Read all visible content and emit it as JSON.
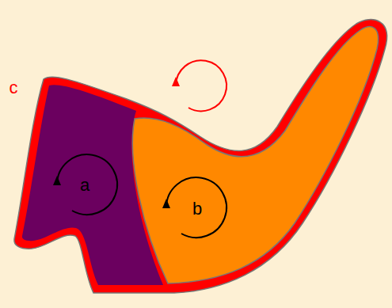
{
  "diagram": {
    "nodes": [
      {
        "text": [
          "a"
        ]
      },
      {
        "text": [
          "b"
        ]
      }
    ],
    "labels": [
      "c"
    ]
  }
}
